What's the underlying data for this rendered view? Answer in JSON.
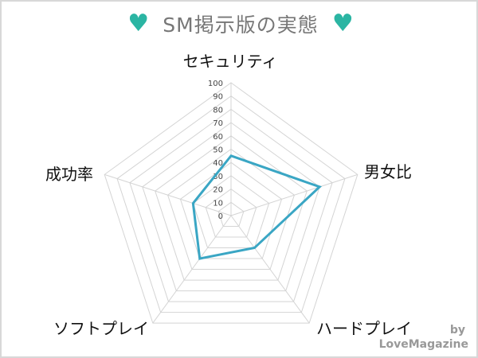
{
  "header": {
    "title": "SM掲示版の実態",
    "icon": "heart-icon",
    "icon_color": "#2bb5a3"
  },
  "credit": {
    "by": "by",
    "brand": "LoveMagazine"
  },
  "chart_data": {
    "type": "radar",
    "title": "SM掲示版の実態",
    "categories": [
      "セキュリティ",
      "男女比",
      "ハードプレイ",
      "ソフトプレイ",
      "成功率"
    ],
    "series": [
      {
        "values": [
          45,
          70,
          30,
          40,
          30
        ],
        "color": "#3aa6c4"
      }
    ],
    "rlim": [
      0,
      100
    ],
    "ticks": [
      "0",
      "10",
      "20",
      "30",
      "40",
      "50",
      "60",
      "70",
      "80",
      "90",
      "100"
    ],
    "grid": true
  }
}
